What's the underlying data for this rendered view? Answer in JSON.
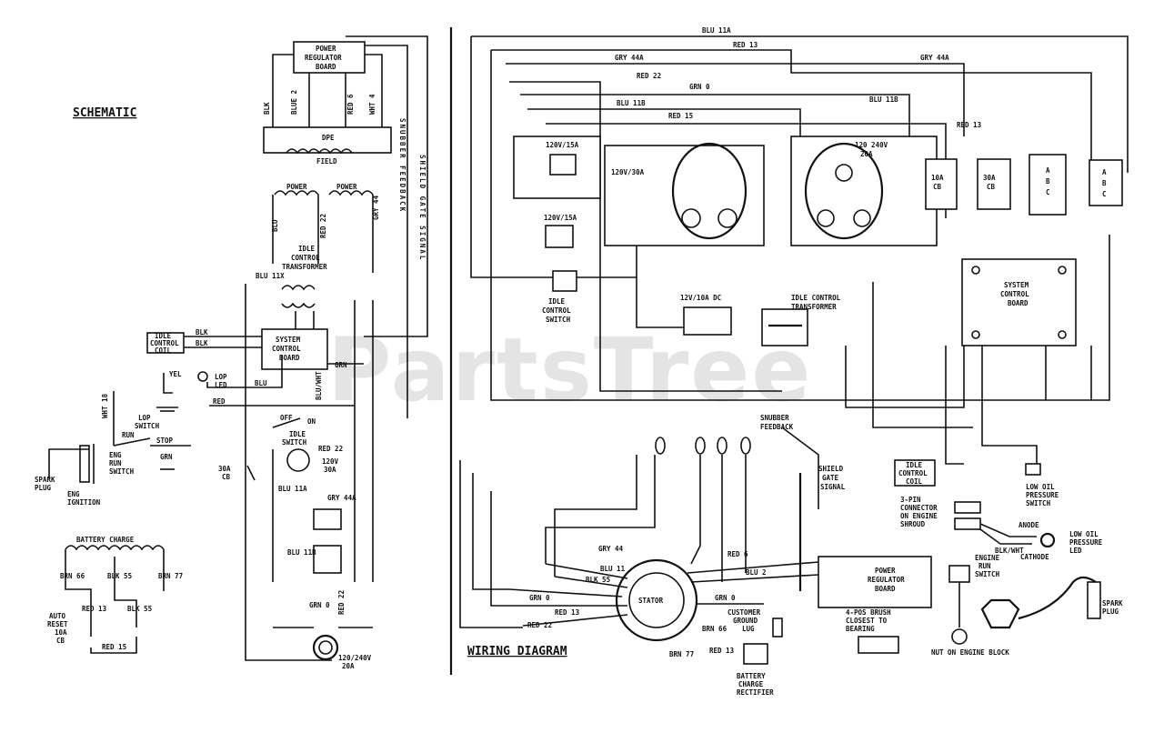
{
  "titles": {
    "schematic": "SCHEMATIC",
    "wiring": "WIRING DIAGRAM"
  },
  "watermark": "PartsTree",
  "schematic": {
    "power_regulator_board": [
      "POWER",
      "REGULATOR",
      "BOARD"
    ],
    "dpe": "DPE",
    "field": "FIELD",
    "power_left": "POWER",
    "power_right": "POWER",
    "idle_transformer": [
      "IDLE",
      "CONTROL",
      "TRANSFORMER"
    ],
    "system_board": [
      "SYSTEM",
      "CONTROL",
      "BOARD"
    ],
    "idle_coil": [
      "IDLE",
      "CONTROL",
      "COIL"
    ],
    "lop_led": [
      "LOP",
      "LED"
    ],
    "lop_switch": [
      "LOP",
      "SWITCH"
    ],
    "run": "RUN",
    "stop": "STOP",
    "eng_switch": [
      "ENG",
      "RUN",
      "SWITCH"
    ],
    "spark_plug": [
      "SPARK",
      "PLUG"
    ],
    "eng_ignition": [
      "ENG",
      "IGNITION"
    ],
    "battery_charge": "BATTERY CHARGE",
    "auto_reset": [
      "AUTO",
      "RESET",
      "10A",
      "CB"
    ],
    "off": "OFF",
    "on": "ON",
    "idle_switch": [
      "IDLE",
      "SWITCH"
    ],
    "cb30": [
      "30A",
      "CB"
    ],
    "r120_30": [
      "120V",
      "30A"
    ],
    "r240": [
      "120/240V",
      "20A"
    ],
    "snubber_text": "SNUBBER FEEDBACK",
    "shield_text": "SHIELD GATE SIGNAL",
    "wires": {
      "blk": "BLK",
      "blue2": "BLUE 2",
      "red6": "RED 6",
      "wht4": "WHT 4",
      "blu": "BLU",
      "red22": "RED 22",
      "gry44": "GRY 44",
      "blu11x": "BLU 11X",
      "grn": "GRN",
      "red": "RED",
      "blk55": "BLK 55",
      "brn66": "BRN 66",
      "brn77": "BRN 77",
      "red15": "RED 15",
      "red13": "RED 13",
      "yel": "YEL",
      "wht18": "WHT 18",
      "blu11a": "BLU 11A",
      "blu11b": "BLU 11B",
      "gry44a": "GRY 44A",
      "grn0": "GRN 0",
      "red_22": "RED 22",
      "blu_wht": "BLU/WHT"
    }
  },
  "wiring": {
    "top_wires": [
      "BLU 11A",
      "RED 13",
      "GRY 44A",
      "RED 22",
      "GRN 0",
      "BLU 11B",
      "RED 15",
      "GRY 44A",
      "BLU 11B",
      "RED 13"
    ],
    "rec_120_15_top": "120V/15A",
    "rec_120_15_bot": "120V/15A",
    "rec_120_30": "120V/30A",
    "rec_120_240": [
      "120 240V",
      "20A"
    ],
    "cb10a": [
      "10A",
      "CB"
    ],
    "cb30a": [
      "30A",
      "CB"
    ],
    "cb_abc1": [
      "A",
      "B",
      "C"
    ],
    "cb_abc2": [
      "A",
      "B",
      "C"
    ],
    "idle_switch": [
      "IDLE",
      "CONTROL",
      "SWITCH"
    ],
    "dc_rec": "12V/10A DC",
    "idle_transformer": [
      "IDLE CONTROL",
      "TRANSFORMER"
    ],
    "system_board": [
      "SYSTEM",
      "CONTROL",
      "BOARD"
    ],
    "snubber": [
      "SNUBBER",
      "FEEDBACK"
    ],
    "shield": [
      "SHIELD",
      "GATE",
      "SIGNAL"
    ],
    "idle_coil": [
      "IDLE",
      "CONTROL",
      "COIL"
    ],
    "connector": [
      "3-PIN",
      "CONNECTOR",
      "ON ENGINE",
      "SHROUD"
    ],
    "lop_switch": [
      "LOW OIL",
      "PRESSURE",
      "SWITCH"
    ],
    "anode": "ANODE",
    "cathode": "CATHODE",
    "blk_wht": "BLK/WHT",
    "lop_led": [
      "LOW OIL",
      "PRESSURE",
      "LED"
    ],
    "eng_switch": [
      "ENGINE",
      "RUN",
      "SWITCH"
    ],
    "spark_plug": [
      "SPARK",
      "PLUG"
    ],
    "nut": "NUT ON ENGINE BLOCK",
    "power_board": [
      "POWER",
      "REGULATOR",
      "BOARD"
    ],
    "brush": [
      "4-POS BRUSH",
      "CLOSEST TO",
      "BEARING"
    ],
    "stator": "STATOR",
    "ground_lug": [
      "CUSTOMER",
      "GROUND",
      "LUG"
    ],
    "rectifier": [
      "BATTERY",
      "CHARGE",
      "RECTIFIER"
    ],
    "stator_wires": [
      "GRY 44",
      "BLU 11",
      "BLK 55",
      "GRN 0",
      "RED 13",
      "RED 22",
      "RED 6",
      "BLU 2",
      "GRN 0",
      "BRN 66",
      "BRN 77",
      "RED 13"
    ]
  }
}
